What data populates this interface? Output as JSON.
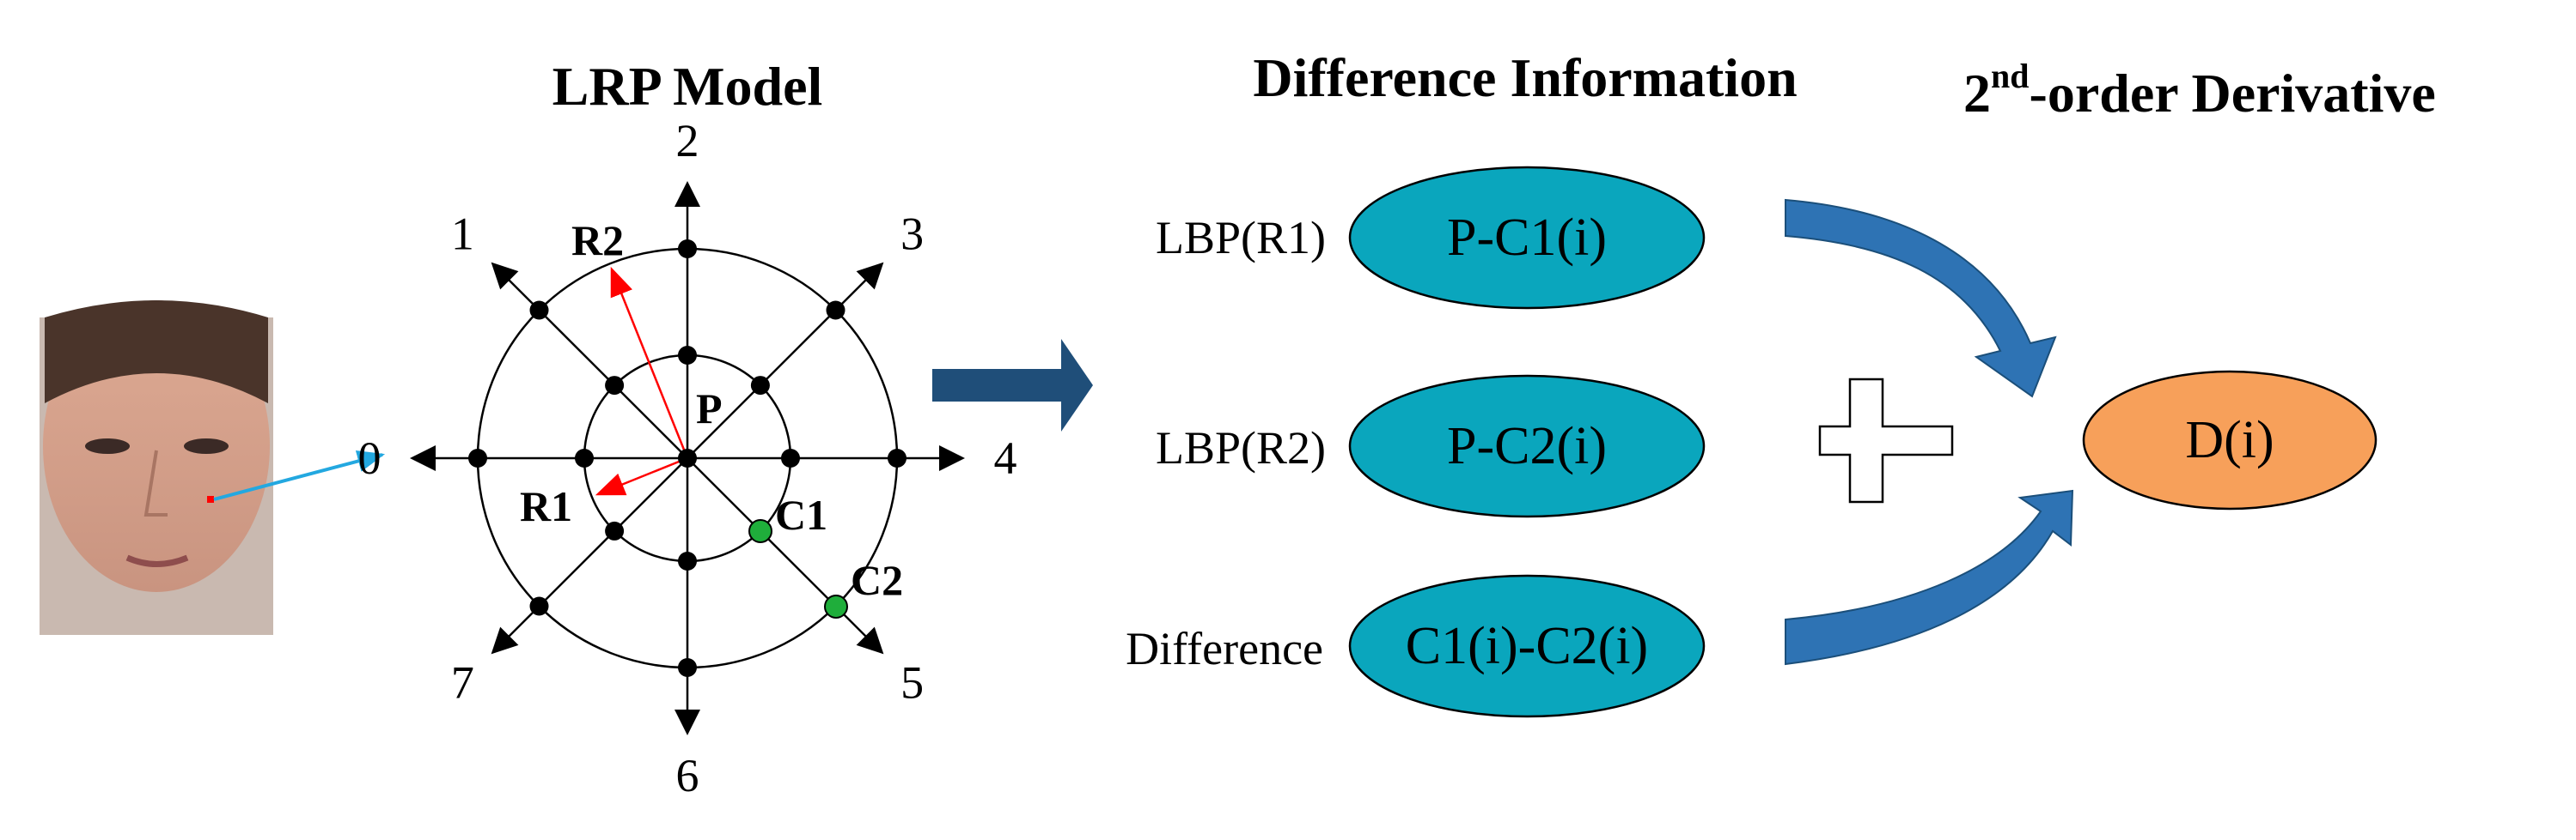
{
  "titles": {
    "lrp_model": "LRP Model",
    "difference_information": "Difference Information",
    "derivative_sup": "nd",
    "derivative_rest": "-order Derivative",
    "derivative_pre": "2"
  },
  "lrp": {
    "directions": [
      "0",
      "1",
      "2",
      "3",
      "4",
      "5",
      "6",
      "7"
    ],
    "center_label": "P",
    "r1_label": "R1",
    "r2_label": "R2",
    "c1_label": "C1",
    "c2_label": "C2"
  },
  "rows": [
    {
      "label": "LBP(R1)",
      "node": "P-C1(i)"
    },
    {
      "label": "LBP(R2)",
      "node": "P-C2(i)"
    },
    {
      "label": "Difference",
      "node": "C1(i)-C2(i)"
    }
  ],
  "result": {
    "node": "D(i)"
  },
  "colors": {
    "node_fill": "#0aa6bd",
    "result_fill": "#f7a05a",
    "arrow_blue": "#2e73b4",
    "big_arrow": "#1f4e79",
    "red": "#ff0000",
    "green": "#1fae3b",
    "face_arrow": "#23a8e0"
  }
}
